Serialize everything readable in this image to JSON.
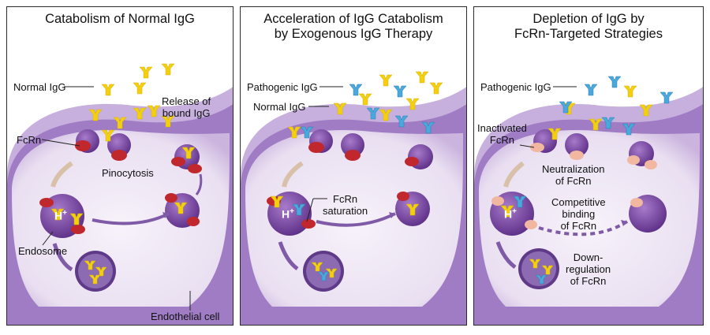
{
  "panels": [
    {
      "title": "Catabolism of Normal IgG",
      "labels": {
        "normal_igg": "Normal IgG",
        "release": "Release of\nbound IgG",
        "fcrn": "FcRn",
        "pinocytosis": "Pinocytosis",
        "hplus": "H+",
        "endosome": "Endosome",
        "endothelial": "Endothelial cell"
      }
    },
    {
      "title": "Acceleration of IgG Catabolism\nby Exogenous IgG Therapy",
      "labels": {
        "pathogenic_igg": "Pathogenic IgG",
        "normal_igg": "Normal IgG",
        "fcrn_saturation": "FcRn\nsaturation",
        "hplus": "H+"
      }
    },
    {
      "title": "Depletion of IgG by\nFcRn-Targeted Strategies",
      "labels": {
        "pathogenic_igg": "Pathogenic IgG",
        "inactivated_fcrn": "Inactivated\nFcRn",
        "neutralization": "Neutralization\nof FcRn",
        "competitive": "Competitive\nbinding\nof FcRn",
        "downregulation": "Down-\nregulation\nof FcRn",
        "hplus": "H+"
      }
    }
  ],
  "colors": {
    "normal_igg": "#f3cf12",
    "pathogenic_igg": "#4aa8dc",
    "fcrn": "#b8262a",
    "inactivated_fcrn": "#f2b7a0",
    "cell": "#e6dcee",
    "membrane": "#9a75bd",
    "vesicle": "#7a4ea1"
  }
}
